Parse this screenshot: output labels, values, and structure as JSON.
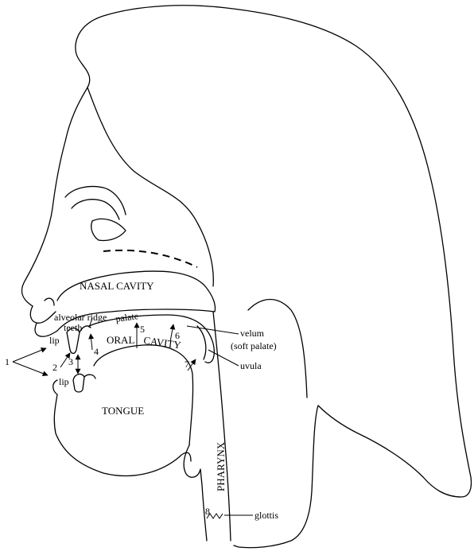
{
  "labels": {
    "nasal_cavity": "NASAL CAVITY",
    "alveolar_ridge": "alveolar ridge",
    "teeth": "teeth",
    "palate": "palate",
    "lip_upper": "lip",
    "lip_lower": "lip",
    "oral": "ORAL",
    "cavity": "CAVITY",
    "velum": "velum",
    "soft_palate": "(soft palate)",
    "uvula": "uvula",
    "tongue": "TONGUE",
    "pharynx": "PHARYNX",
    "glottis": "glottis"
  },
  "places": [
    "1",
    "2",
    "3",
    "4",
    "5",
    "6",
    "7",
    "8"
  ],
  "colors": {
    "line": "#000000",
    "background": "#ffffff"
  }
}
